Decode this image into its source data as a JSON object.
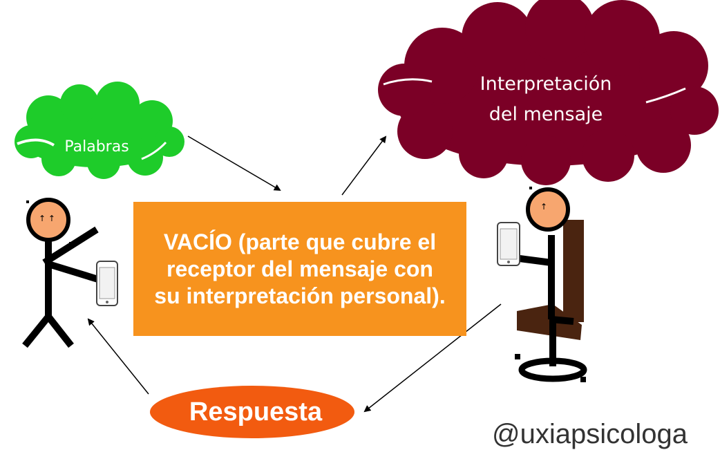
{
  "diagram": {
    "cloud_left": {
      "label": "Palabras",
      "color": "#1ecc2a"
    },
    "cloud_right": {
      "label_line1": "Interpretación",
      "label_line2": "del mensaje",
      "color": "#7b0026"
    },
    "center_box": {
      "text": "VACÍO (parte que cubre el receptor del mensaje con su interpretación personal).",
      "color": "#f7931e"
    },
    "response_bubble": {
      "label": "Respuesta",
      "color": "#f25b10"
    },
    "figures": {
      "sender": "standing-person-with-phone",
      "receiver": "seated-person-with-phone"
    }
  },
  "watermark": {
    "text": "@uxiapsicologa"
  }
}
